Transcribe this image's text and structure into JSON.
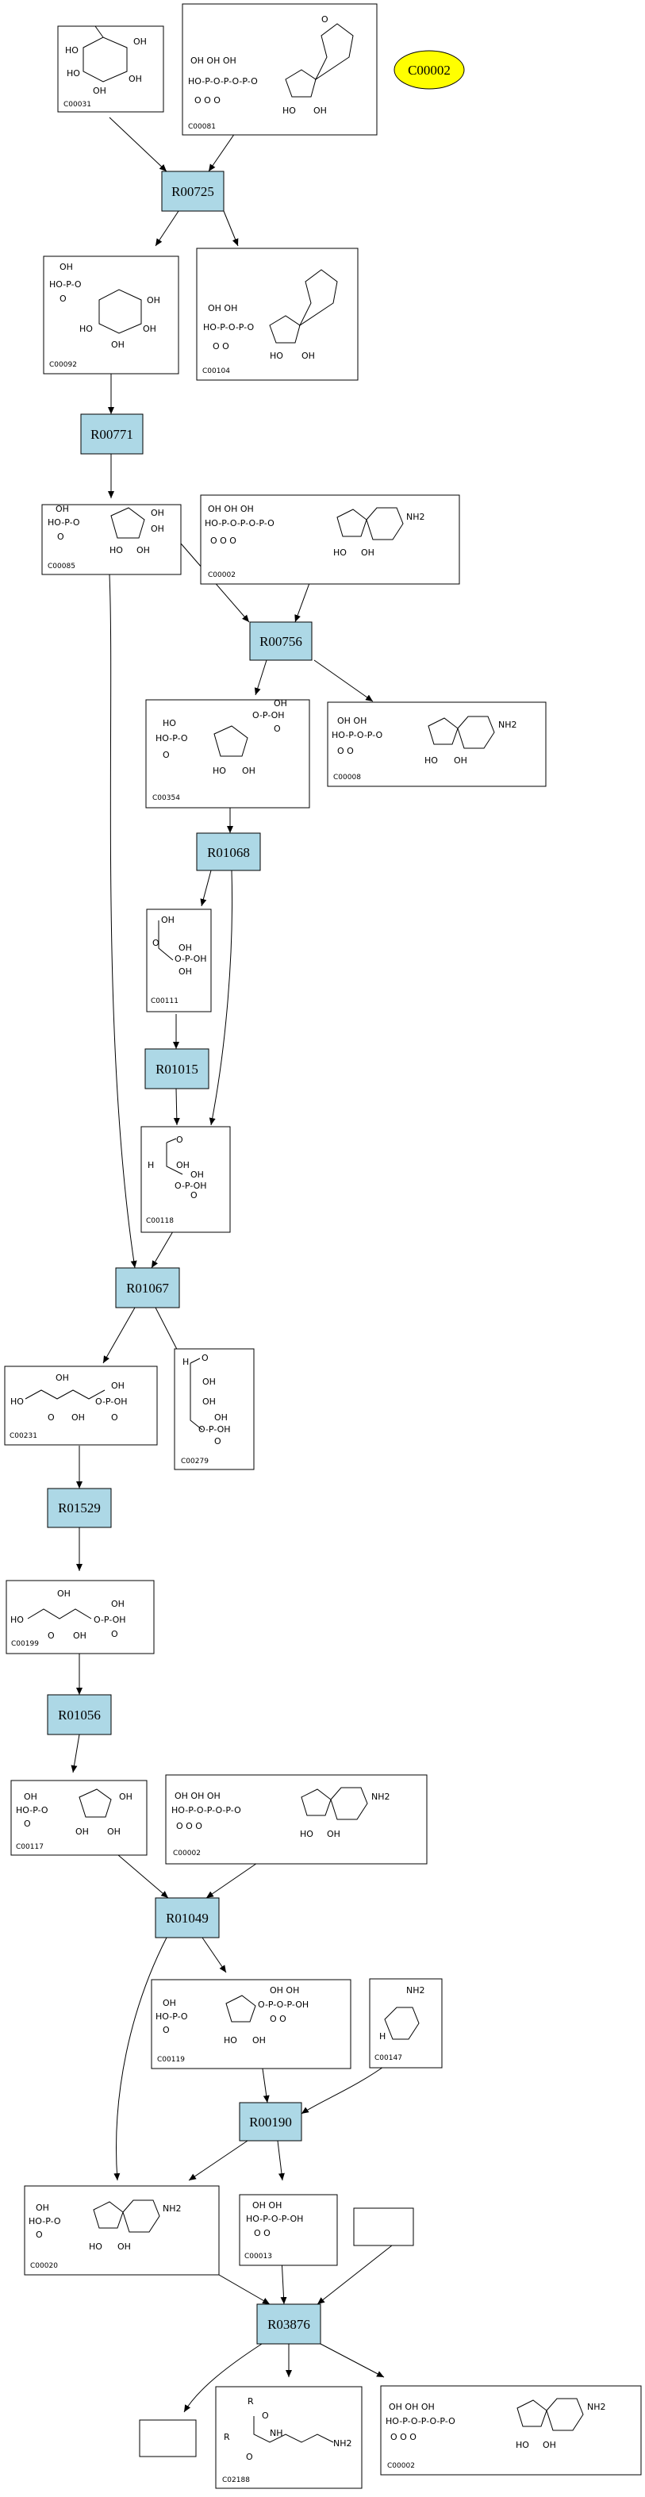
{
  "diagram": {
    "reactions": [
      "R00725",
      "R00771",
      "R00756",
      "R01068",
      "R01015",
      "R01067",
      "R01529",
      "R01056",
      "R01049",
      "R00190",
      "R03876"
    ],
    "compounds": [
      "C00031",
      "C00081",
      "C00104",
      "C00092",
      "C00085",
      "C00002",
      "C00354",
      "C00008",
      "C00111",
      "C00118",
      "C00231",
      "C00279",
      "C00199",
      "C00117",
      "C00002",
      "C00119",
      "C00147",
      "C00020",
      "C00013",
      "C02188",
      "C00002"
    ],
    "highlight_node": "C00002",
    "colors": {
      "reaction_fill": "#add8e6",
      "highlight_fill": "#ffff00",
      "stroke": "#000000"
    }
  }
}
